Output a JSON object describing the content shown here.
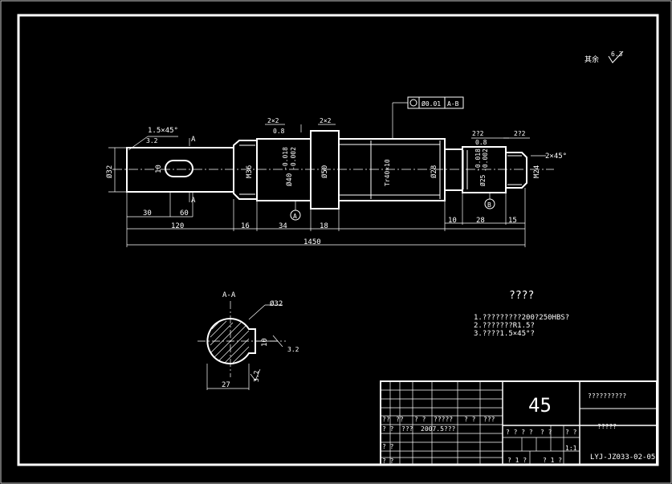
{
  "roughness_note": "其余",
  "roughness_other_value": "6.3",
  "top_dims": {
    "chamfer_left": "1.5×45°",
    "rough_left": "3.2",
    "section_mark_top": "A",
    "section_mark_bottom": "A",
    "groove_1": "2×2",
    "rough_1": "0.8",
    "groove_2": "2×2",
    "rough_2": "0.8",
    "cyl_tol": "Ø0.01",
    "cyl_datum": "A-B",
    "d_32": "Ø32",
    "key_10": "10",
    "m36": "M36",
    "d40": "Ø40",
    "d40_tol_upper": "-0.018",
    "d40_tol_lower": "-0.002",
    "d50": "Ø50",
    "tr": "Tr40×10",
    "d28": "Ø28",
    "d25": "Ø25",
    "d25_tol_upper": "-0.018",
    "d25_tol_lower": "-0.002",
    "m24": "M24",
    "right_chamfer": "2×45°",
    "right_groove_1": "2?2",
    "right_groove_2": "2?2",
    "datum_a": "A",
    "datum_b": "B"
  },
  "lengths": {
    "l30": "30",
    "l60": "60",
    "l120": "120",
    "l16": "16",
    "l34": "34",
    "l18": "18",
    "l10": "10",
    "l28": "28",
    "l15": "15",
    "l1450": "1450"
  },
  "section": {
    "title": "A-A",
    "dia": "Ø32",
    "key": "10",
    "width": "27",
    "rough_1": "3.2",
    "rough_2": "3.2"
  },
  "notes": {
    "title": "????",
    "line1": "1.?????????200?250HBS?",
    "line2": "2.???????R1.5?",
    "line3": "3.????1.5×45°?"
  },
  "title_block": {
    "material": "45",
    "part_name": "??????????",
    "company": "?????",
    "drawing_no": "LYJ-JZ033-02-05",
    "scale": "1:1",
    "r1": [
      "??",
      "??",
      "? ?",
      "?????",
      "? ?",
      "???"
    ],
    "r2": [
      "? ?",
      "???",
      "2007.5???"
    ],
    "r3": [
      "? ?"
    ],
    "r4": [
      "? ?"
    ],
    "mid_row": [
      "? ? ? ?",
      "? ?",
      "? ?"
    ],
    "bottom_row": [
      "? 1 ?",
      "? 1 ?"
    ]
  }
}
